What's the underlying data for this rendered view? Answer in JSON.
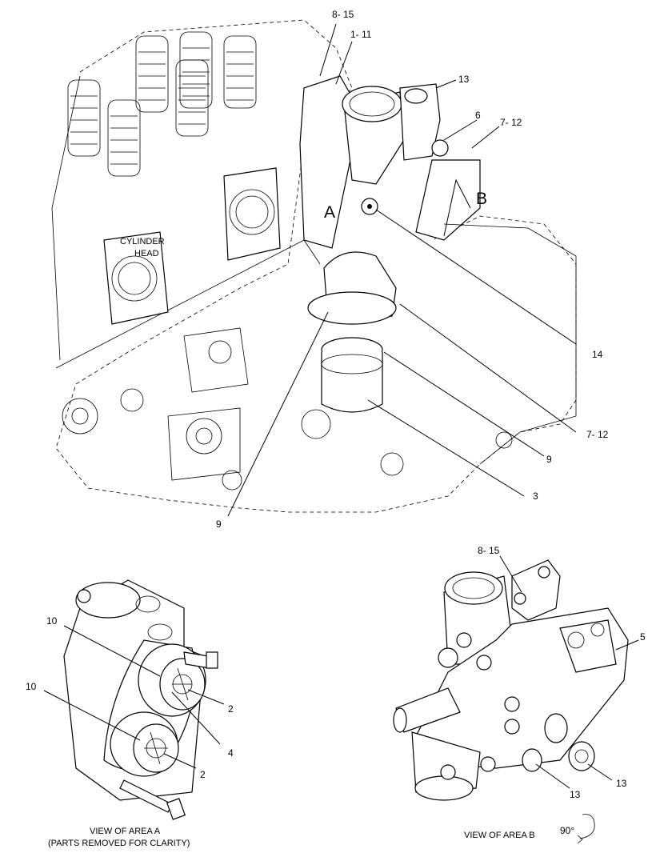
{
  "main_view": {
    "component_label_line1": "CYLINDER",
    "component_label_line2": "HEAD",
    "area_a": "A",
    "area_b": "B",
    "callouts": {
      "c_8_15": "8- 15",
      "c_1_11": "1- 11",
      "c_13": "13",
      "c_6": "6",
      "c_7_12_top": "7- 12",
      "c_14": "14",
      "c_7_12_bottom": "7- 12",
      "c_9_right": "9",
      "c_3": "3",
      "c_9_left": "9"
    }
  },
  "view_a": {
    "caption_line1": "VIEW OF AREA  A",
    "caption_line2": "(PARTS REMOVED FOR CLARITY)",
    "callouts": {
      "c_10_top": "10",
      "c_10_bottom": "10",
      "c_2_top": "2",
      "c_4": "4",
      "c_2_bottom": "2"
    }
  },
  "view_b": {
    "caption": "VIEW OF AREA  B",
    "rotation": "90°",
    "callouts": {
      "c_8_15": "8- 15",
      "c_5": "5",
      "c_13_left": "13",
      "c_13_right": "13"
    }
  }
}
